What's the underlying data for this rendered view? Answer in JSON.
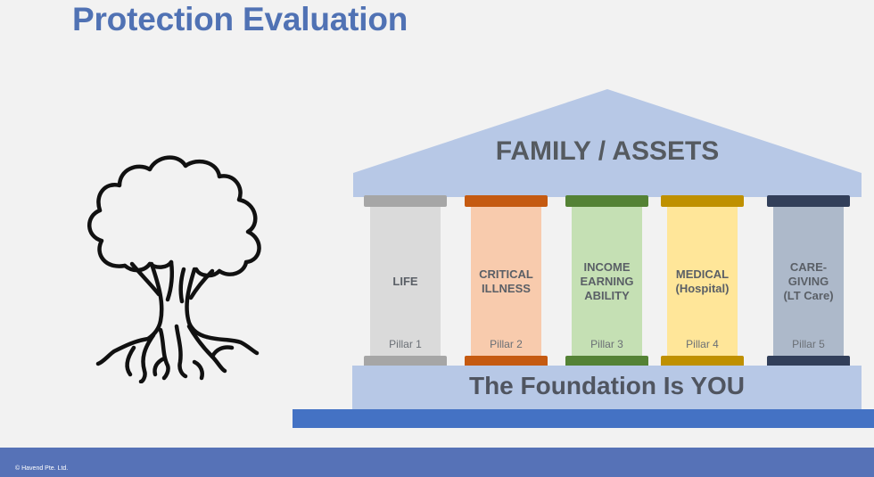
{
  "title": "Protection Evaluation",
  "roof_label": "FAMILY / ASSETS",
  "foundation_label": "The Foundation Is YOU",
  "pillars": [
    {
      "label": "LIFE",
      "number": "Pillar 1",
      "accent": "#a6a6a6",
      "shaft": "#dadada"
    },
    {
      "label": "CRITICAL\nILLNESS",
      "number": "Pillar 2",
      "accent": "#c55a11",
      "shaft": "#f8cbad"
    },
    {
      "label": "INCOME\nEARNING\nABILITY",
      "number": "Pillar 3",
      "accent": "#548235",
      "shaft": "#c5e0b4"
    },
    {
      "label": "MEDICAL\n(Hospital)",
      "number": "Pillar 4",
      "accent": "#bf9000",
      "shaft": "#ffe699"
    },
    {
      "label": "CARE-\nGIVING\n(LT Care)",
      "number": "Pillar 5",
      "accent": "#323f5a",
      "shaft": "#adb9ca"
    }
  ],
  "colors": {
    "title": "#5072b4",
    "roof": "#b7c8e6",
    "foundation": "#b7c8e6",
    "ground": "#4472c4",
    "footer": "#5672b7"
  },
  "icons": {
    "tree": "tree-with-roots-icon"
  },
  "footer": {
    "copyright": "© Havend Pte. Ltd."
  }
}
